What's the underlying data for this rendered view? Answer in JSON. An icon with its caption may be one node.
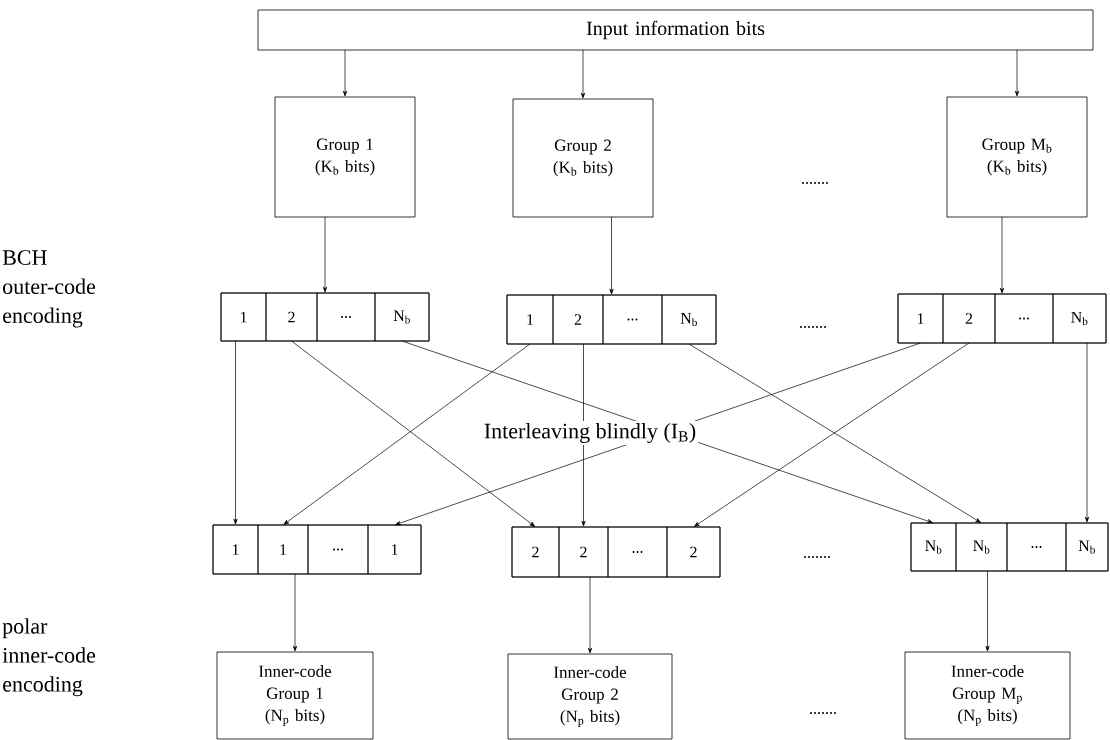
{
  "diagram": {
    "nodes": [
      {
        "text": [
          "Input information bits"
        ]
      },
      {
        "text": [
          "Group 1",
          "(K$_{b}$ bits)"
        ]
      },
      {
        "text": [
          "Group 2",
          "(K$_{b}$ bits)"
        ]
      },
      {
        "text": [
          "Group M$_{b}$",
          "(K$_{b}$ bits)"
        ]
      },
      {
        "text": [],
        "shape": "box"
      },
      {
        "text": [
          "1"
        ],
        "in": 4
      },
      {
        "text": [
          "2"
        ],
        "in": 4
      },
      {
        "text": [
          "..."
        ],
        "in": 4
      },
      {
        "text": [
          "N$_{b}$"
        ],
        "in": 4
      },
      {
        "text": [],
        "shape": "box"
      },
      {
        "text": [
          "1"
        ],
        "in": 9
      },
      {
        "text": [
          "2"
        ],
        "in": 9
      },
      {
        "text": [
          "..."
        ],
        "in": 9
      },
      {
        "text": [
          "N$_{b}$"
        ],
        "in": 9
      },
      {
        "text": [],
        "shape": "box"
      },
      {
        "text": [
          "1"
        ],
        "in": 14
      },
      {
        "text": [
          "2"
        ],
        "in": 14
      },
      {
        "text": [
          "..."
        ],
        "in": 14
      },
      {
        "text": [
          "N$_{b}$"
        ],
        "in": 14
      },
      {
        "text": [],
        "shape": "box"
      },
      {
        "text": [
          "1"
        ],
        "in": 19
      },
      {
        "text": [
          "1"
        ],
        "in": 19
      },
      {
        "text": [
          "..."
        ],
        "in": 19
      },
      {
        "text": [
          "1"
        ],
        "in": 19
      },
      {
        "text": [],
        "shape": "box"
      },
      {
        "text": [
          "2"
        ],
        "in": 24
      },
      {
        "text": [
          "2"
        ],
        "in": 24
      },
      {
        "text": [
          "..."
        ],
        "in": 24
      },
      {
        "text": [
          "2"
        ],
        "in": 24
      },
      {
        "text": [],
        "shape": "box"
      },
      {
        "text": [
          "N$_{b}$"
        ],
        "in": 29
      },
      {
        "text": [
          "N$_{b}$"
        ],
        "in": 29
      },
      {
        "text": [
          "..."
        ],
        "in": 29
      },
      {
        "text": [
          "N$_{b}$"
        ],
        "in": 29
      },
      {
        "text": [
          "Inner-code Group 1",
          "(N$_{p}$ bits)"
        ]
      },
      {
        "text": [
          "Inner-code Group 2",
          "(N$_{p}$ bits)"
        ]
      },
      {
        "text": [
          "Inner-code Group M$_{p}$",
          "(N$_{p}$ bits)"
        ]
      }
    ],
    "edges": [
      {
        "from": 0,
        "to": 1,
        "arrow": "to"
      },
      {
        "from": 0,
        "to": 2,
        "arrow": "to"
      },
      {
        "from": 0,
        "to": 3,
        "arrow": "to"
      },
      {
        "from": 1,
        "to": 4,
        "arrow": "to"
      },
      {
        "from": 2,
        "to": 9,
        "arrow": "to"
      },
      {
        "from": 3,
        "to": 14,
        "arrow": "to"
      },
      {
        "from": 5,
        "to": 20,
        "arrow": "to"
      },
      {
        "from": 6,
        "to": 25,
        "arrow": "to"
      },
      {
        "from": 8,
        "to": 30,
        "arrow": "to"
      },
      {
        "from": 10,
        "to": 21,
        "arrow": "to"
      },
      {
        "from": 11,
        "to": 26,
        "arrow": "to"
      },
      {
        "from": 13,
        "to": 31,
        "arrow": "to"
      },
      {
        "from": 15,
        "to": 23,
        "arrow": "to"
      },
      {
        "from": 16,
        "to": 28,
        "arrow": "to"
      },
      {
        "from": 18,
        "to": 33,
        "arrow": "to"
      },
      {
        "from": 19,
        "to": 34,
        "arrow": "to"
      },
      {
        "from": 24,
        "to": 35,
        "arrow": "to"
      },
      {
        "from": 29,
        "to": 36,
        "arrow": "to"
      }
    ],
    "labels": [
      ".......",
      "BCH outer-code encoding",
      ".......",
      "Interleaving blindly (I$_{B}$)",
      ".......",
      "polar inner-code encoding",
      "......."
    ]
  }
}
